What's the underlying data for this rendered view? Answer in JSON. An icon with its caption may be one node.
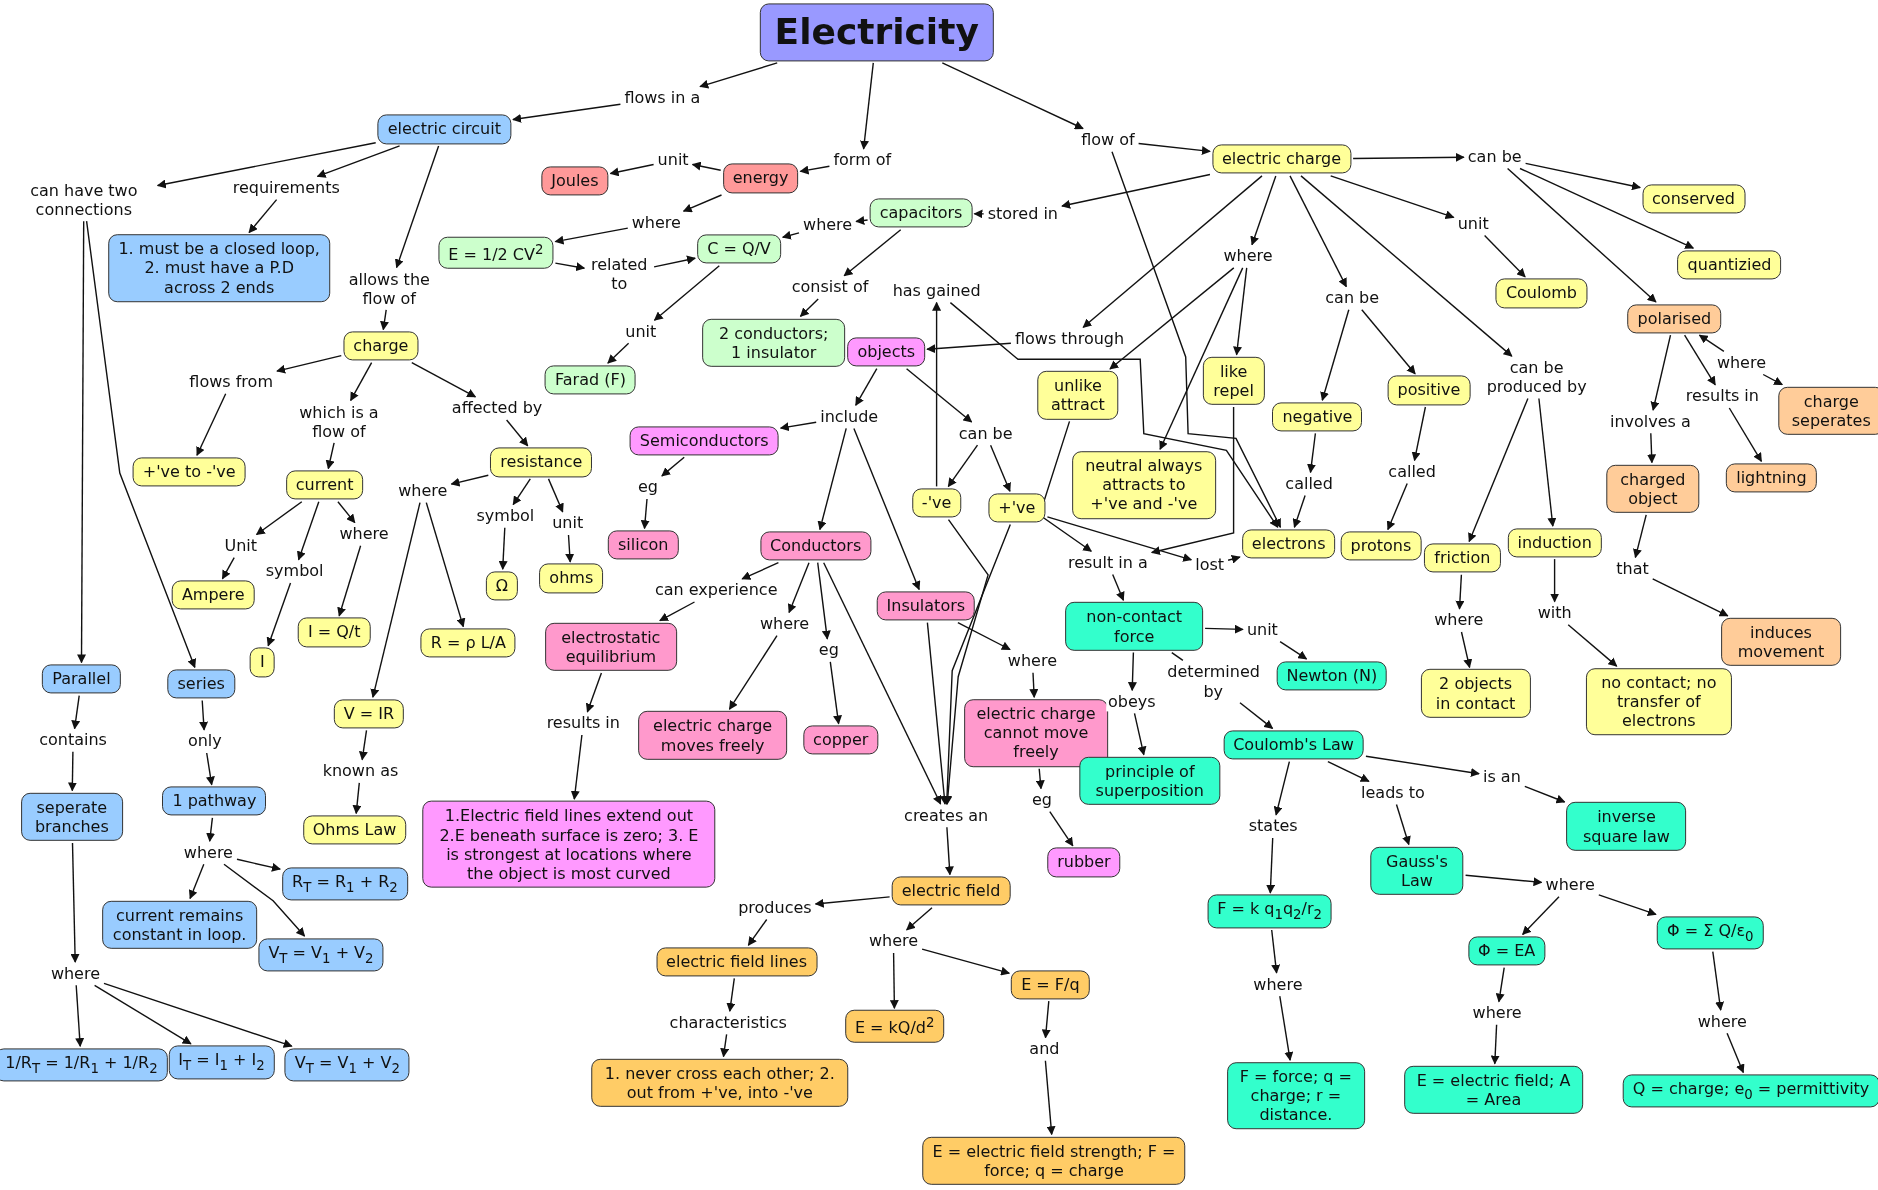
{
  "diagram": {
    "nodes": [
      {
        "text": [
          "Electricity"
        ]
      },
      {
        "text": [
          "flows in a"
        ]
      },
      {
        "text": [
          "form of"
        ]
      },
      {
        "text": [
          "flow of"
        ]
      },
      {
        "text": [
          "electric circuit"
        ]
      },
      {
        "text": [
          "can have two connections"
        ]
      },
      {
        "text": [
          "requirements"
        ]
      },
      {
        "text": [
          "1. must be a closed loop, 2. must have a P.D across 2 ends"
        ]
      },
      {
        "text": [
          "allows the flow of"
        ]
      },
      {
        "text": [
          "energy"
        ]
      },
      {
        "text": [
          "unit"
        ]
      },
      {
        "text": [
          "Joules"
        ]
      },
      {
        "text": [
          "where"
        ]
      },
      {
        "text": [
          "E = 1/2 CV$^{2}$"
        ]
      },
      {
        "text": [
          "related to"
        ]
      },
      {
        "text": [
          "C = Q/V"
        ]
      },
      {
        "text": [
          "where"
        ]
      },
      {
        "text": [
          "capacitors"
        ]
      },
      {
        "text": [
          "stored in"
        ]
      },
      {
        "text": [
          "electric charge"
        ]
      },
      {
        "text": [
          "unit"
        ]
      },
      {
        "text": [
          "Farad (F)"
        ]
      },
      {
        "text": [
          "consist of"
        ]
      },
      {
        "text": [
          "2 conductors; 1 insulator"
        ]
      },
      {
        "text": [
          "charge"
        ]
      },
      {
        "text": [
          "flows from"
        ]
      },
      {
        "text": [
          "+'ve to -'ve"
        ]
      },
      {
        "text": [
          "which is a flow of"
        ]
      },
      {
        "text": [
          "current"
        ]
      },
      {
        "text": [
          "affected by"
        ]
      },
      {
        "text": [
          "resistance"
        ]
      },
      {
        "text": [
          "Unit"
        ]
      },
      {
        "text": [
          "Ampere"
        ]
      },
      {
        "text": [
          "symbol"
        ]
      },
      {
        "text": [
          "I"
        ]
      },
      {
        "text": [
          "where"
        ]
      },
      {
        "text": [
          "I = Q/t"
        ]
      },
      {
        "text": [
          "where"
        ]
      },
      {
        "text": [
          "symbol"
        ]
      },
      {
        "text": [
          "Ω"
        ]
      },
      {
        "text": [
          "unit"
        ]
      },
      {
        "text": [
          "ohms"
        ]
      },
      {
        "text": [
          "R = ρ L/A"
        ]
      },
      {
        "text": [
          "V = IR"
        ]
      },
      {
        "text": [
          "known as"
        ]
      },
      {
        "text": [
          "Ohms Law"
        ]
      },
      {
        "text": [
          "Parallel"
        ]
      },
      {
        "text": [
          "series"
        ]
      },
      {
        "text": [
          "contains"
        ]
      },
      {
        "text": [
          "seperate branches"
        ]
      },
      {
        "text": [
          "only"
        ]
      },
      {
        "text": [
          "1 pathway"
        ]
      },
      {
        "text": [
          "where"
        ]
      },
      {
        "text": [
          "current remains constant in loop."
        ]
      },
      {
        "text": [
          "R$_{T}$ = R$_{1}$ + R$_{2}$"
        ]
      },
      {
        "text": [
          "V$_{T}$ = V$_{1}$ + V$_{2}$"
        ]
      },
      {
        "text": [
          "where"
        ]
      },
      {
        "text": [
          "1/R$_{T}$ = 1/R$_{1}$ + 1/R$_{2}$"
        ]
      },
      {
        "text": [
          "I$_{T}$ = I$_{1}$ + I$_{2}$"
        ]
      },
      {
        "text": [
          "V$_{T}$ = V$_{1}$ + V$_{2}$"
        ]
      },
      {
        "text": [
          "has gained"
        ]
      },
      {
        "text": [
          "objects"
        ]
      },
      {
        "text": [
          "flows through"
        ]
      },
      {
        "text": [
          "include"
        ]
      },
      {
        "text": [
          "can be"
        ]
      },
      {
        "text": [
          "Semiconductors"
        ]
      },
      {
        "text": [
          "eg"
        ]
      },
      {
        "text": [
          "silicon"
        ]
      },
      {
        "text": [
          "-'ve"
        ]
      },
      {
        "text": [
          "+'ve"
        ]
      },
      {
        "text": [
          "Conductors"
        ]
      },
      {
        "text": [
          "Insulators"
        ]
      },
      {
        "text": [
          "can experience"
        ]
      },
      {
        "text": [
          "electrostatic equilibrium"
        ]
      },
      {
        "text": [
          "where"
        ]
      },
      {
        "text": [
          "eg"
        ]
      },
      {
        "text": [
          "electric charge moves freely"
        ]
      },
      {
        "text": [
          "copper"
        ]
      },
      {
        "text": [
          "results in"
        ]
      },
      {
        "text": [
          "1.Electric field lines extend out 2.E beneath surface is zero; 3. E is strongest at locations where the object is most curved"
        ]
      },
      {
        "text": [
          "where"
        ]
      },
      {
        "text": [
          "electric charge cannot move freely"
        ]
      },
      {
        "text": [
          "creates an"
        ]
      },
      {
        "text": [
          "eg"
        ]
      },
      {
        "text": [
          "rubber"
        ]
      },
      {
        "text": [
          "electric field"
        ]
      },
      {
        "text": [
          "produces"
        ]
      },
      {
        "text": [
          "electric field lines"
        ]
      },
      {
        "text": [
          "where"
        ]
      },
      {
        "text": [
          "E = kQ/d$^{2}$"
        ]
      },
      {
        "text": [
          "E = F/q"
        ]
      },
      {
        "text": [
          "characteristics"
        ]
      },
      {
        "text": [
          "1. never cross each other; 2. out from +'ve, into -'ve"
        ]
      },
      {
        "text": [
          "and"
        ]
      },
      {
        "text": [
          "E = electric field strength; F = force; q = charge"
        ]
      },
      {
        "text": [
          "where"
        ]
      },
      {
        "text": [
          "can be"
        ]
      },
      {
        "text": [
          "unit"
        ]
      },
      {
        "text": [
          "can be"
        ]
      },
      {
        "text": [
          "conserved"
        ]
      },
      {
        "text": [
          "quantizied"
        ]
      },
      {
        "text": [
          "Coulomb"
        ]
      },
      {
        "text": [
          "polarised"
        ]
      },
      {
        "text": [
          "can be produced by"
        ]
      },
      {
        "text": [
          "unlike attract"
        ]
      },
      {
        "text": [
          "like repel"
        ]
      },
      {
        "text": [
          "negative"
        ]
      },
      {
        "text": [
          "positive"
        ]
      },
      {
        "text": [
          "neutral always attracts to +'ve and -'ve"
        ]
      },
      {
        "text": [
          "called"
        ]
      },
      {
        "text": [
          "called"
        ]
      },
      {
        "text": [
          "electrons"
        ]
      },
      {
        "text": [
          "protons"
        ]
      },
      {
        "text": [
          "friction"
        ]
      },
      {
        "text": [
          "induction"
        ]
      },
      {
        "text": [
          "involves a"
        ]
      },
      {
        "text": [
          "results in"
        ]
      },
      {
        "text": [
          "where"
        ]
      },
      {
        "text": [
          "charge seperates"
        ]
      },
      {
        "text": [
          "charged object"
        ]
      },
      {
        "text": [
          "lightning"
        ]
      },
      {
        "text": [
          "that"
        ]
      },
      {
        "text": [
          "induces movement"
        ]
      },
      {
        "text": [
          "result in a"
        ]
      },
      {
        "text": [
          "lost"
        ]
      },
      {
        "text": [
          "non-contact force"
        ]
      },
      {
        "text": [
          "unit"
        ]
      },
      {
        "text": [
          "Newton (N)"
        ]
      },
      {
        "text": [
          "where"
        ]
      },
      {
        "text": [
          "with"
        ]
      },
      {
        "text": [
          "2 objects in contact"
        ]
      },
      {
        "text": [
          "no contact; no transfer of electrons"
        ]
      },
      {
        "text": [
          "obeys"
        ]
      },
      {
        "text": [
          "determined by"
        ]
      },
      {
        "text": [
          "principle of superposition"
        ]
      },
      {
        "text": [
          "Coulomb's Law"
        ]
      },
      {
        "text": [
          "states"
        ]
      },
      {
        "text": [
          "leads to"
        ]
      },
      {
        "text": [
          "is an"
        ]
      },
      {
        "text": [
          "inverse square law"
        ]
      },
      {
        "text": [
          "F = k q$_{1}$q$_{2}$/r$_{2}$"
        ]
      },
      {
        "text": [
          "Gauss's Law"
        ]
      },
      {
        "text": [
          "where"
        ]
      },
      {
        "text": [
          "where"
        ]
      },
      {
        "text": [
          "Φ = EA"
        ]
      },
      {
        "text": [
          "Φ = Σ Q/ε$_{0}$"
        ]
      },
      {
        "text": [
          "F = force; q = charge; r = distance."
        ]
      },
      {
        "text": [
          "where"
        ]
      },
      {
        "text": [
          "where"
        ]
      },
      {
        "text": [
          "E = electric field; A = Area"
        ]
      },
      {
        "text": [
          "Q = charge; e$_{0}$ = permittivity"
        ]
      }
    ],
    "edges": [
      {
        "from": 0,
        "to": 1,
        "arrow": "to"
      },
      {
        "from": 1,
        "to": 4,
        "arrow": "to"
      },
      {
        "from": 0,
        "to": 2,
        "arrow": "to"
      },
      {
        "from": 2,
        "to": 9,
        "arrow": "to"
      },
      {
        "from": 0,
        "to": 3,
        "arrow": "to"
      },
      {
        "from": 3,
        "to": 19,
        "arrow": "to"
      },
      {
        "from": 3,
        "to": 111,
        "arrow": "to"
      },
      {
        "from": 4,
        "to": 5,
        "arrow": "to"
      },
      {
        "from": 4,
        "to": 6,
        "arrow": "to"
      },
      {
        "from": 6,
        "to": 7,
        "arrow": "to"
      },
      {
        "from": 4,
        "to": 8,
        "arrow": "to"
      },
      {
        "from": 8,
        "to": 24,
        "arrow": "to"
      },
      {
        "from": 5,
        "to": 46,
        "arrow": "to"
      },
      {
        "from": 5,
        "to": 47,
        "arrow": "to"
      },
      {
        "from": 9,
        "to": 10,
        "arrow": "to"
      },
      {
        "from": 10,
        "to": 11,
        "arrow": "to"
      },
      {
        "from": 9,
        "to": 12,
        "arrow": "to"
      },
      {
        "from": 12,
        "to": 13,
        "arrow": "to"
      },
      {
        "from": 13,
        "to": 14,
        "arrow": "to"
      },
      {
        "from": 14,
        "to": 15,
        "arrow": "to"
      },
      {
        "from": 17,
        "to": 16,
        "arrow": "to"
      },
      {
        "from": 16,
        "to": 15,
        "arrow": "to"
      },
      {
        "from": 15,
        "to": 20,
        "arrow": "to"
      },
      {
        "from": 20,
        "to": 21,
        "arrow": "to"
      },
      {
        "from": 17,
        "to": 22,
        "arrow": "to"
      },
      {
        "from": 22,
        "to": 23,
        "arrow": "to"
      },
      {
        "from": 19,
        "to": 18,
        "arrow": "to"
      },
      {
        "from": 18,
        "to": 17,
        "arrow": "to"
      },
      {
        "from": 24,
        "to": 25,
        "arrow": "to"
      },
      {
        "from": 25,
        "to": 26,
        "arrow": "to"
      },
      {
        "from": 24,
        "to": 27,
        "arrow": "to"
      },
      {
        "from": 27,
        "to": 28,
        "arrow": "to"
      },
      {
        "from": 24,
        "to": 29,
        "arrow": "to"
      },
      {
        "from": 29,
        "to": 30,
        "arrow": "to"
      },
      {
        "from": 28,
        "to": 31,
        "arrow": "to"
      },
      {
        "from": 31,
        "to": 32,
        "arrow": "to"
      },
      {
        "from": 28,
        "to": 33,
        "arrow": "to"
      },
      {
        "from": 33,
        "to": 34,
        "arrow": "to"
      },
      {
        "from": 28,
        "to": 35,
        "arrow": "to"
      },
      {
        "from": 35,
        "to": 36,
        "arrow": "to"
      },
      {
        "from": 30,
        "to": 37,
        "arrow": "to"
      },
      {
        "from": 37,
        "to": 43,
        "arrow": "to"
      },
      {
        "from": 37,
        "to": 42,
        "arrow": "to"
      },
      {
        "from": 30,
        "to": 38,
        "arrow": "to"
      },
      {
        "from": 38,
        "to": 39,
        "arrow": "to"
      },
      {
        "from": 30,
        "to": 40,
        "arrow": "to"
      },
      {
        "from": 40,
        "to": 41,
        "arrow": "to"
      },
      {
        "from": 43,
        "to": 44,
        "arrow": "to"
      },
      {
        "from": 44,
        "to": 45,
        "arrow": "to"
      },
      {
        "from": 46,
        "to": 48,
        "arrow": "to"
      },
      {
        "from": 48,
        "to": 49,
        "arrow": "to"
      },
      {
        "from": 47,
        "to": 50,
        "arrow": "to"
      },
      {
        "from": 50,
        "to": 51,
        "arrow": "to"
      },
      {
        "from": 51,
        "to": 52,
        "arrow": "to"
      },
      {
        "from": 52,
        "to": 53,
        "arrow": "to"
      },
      {
        "from": 52,
        "to": 54,
        "arrow": "to"
      },
      {
        "from": 52,
        "to": 55,
        "arrow": "to"
      },
      {
        "from": 49,
        "to": 56,
        "arrow": "to"
      },
      {
        "from": 56,
        "to": 57,
        "arrow": "to"
      },
      {
        "from": 56,
        "to": 58,
        "arrow": "to"
      },
      {
        "from": 56,
        "to": 59,
        "arrow": "to"
      },
      {
        "from": 19,
        "to": 62,
        "arrow": "to"
      },
      {
        "from": 62,
        "to": 61,
        "arrow": "to"
      },
      {
        "from": 68,
        "to": 60,
        "arrow": "to"
      },
      {
        "from": 60,
        "to": 111,
        "arrow": "to"
      },
      {
        "from": 61,
        "to": 63,
        "arrow": "to"
      },
      {
        "from": 63,
        "to": 65,
        "arrow": "to"
      },
      {
        "from": 63,
        "to": 70,
        "arrow": "to"
      },
      {
        "from": 63,
        "to": 71,
        "arrow": "to"
      },
      {
        "from": 65,
        "to": 66,
        "arrow": "to"
      },
      {
        "from": 66,
        "to": 67,
        "arrow": "to"
      },
      {
        "from": 61,
        "to": 64,
        "arrow": "to"
      },
      {
        "from": 64,
        "to": 68,
        "arrow": "to"
      },
      {
        "from": 64,
        "to": 69,
        "arrow": "to"
      },
      {
        "from": 70,
        "to": 72,
        "arrow": "to"
      },
      {
        "from": 72,
        "to": 73,
        "arrow": "to"
      },
      {
        "from": 70,
        "to": 74,
        "arrow": "to"
      },
      {
        "from": 74,
        "to": 76,
        "arrow": "to"
      },
      {
        "from": 70,
        "to": 75,
        "arrow": "to"
      },
      {
        "from": 75,
        "to": 77,
        "arrow": "to"
      },
      {
        "from": 73,
        "to": 78,
        "arrow": "to"
      },
      {
        "from": 78,
        "to": 79,
        "arrow": "to"
      },
      {
        "from": 71,
        "to": 80,
        "arrow": "to"
      },
      {
        "from": 80,
        "to": 81,
        "arrow": "to"
      },
      {
        "from": 81,
        "to": 83,
        "arrow": "to"
      },
      {
        "from": 83,
        "to": 84,
        "arrow": "to"
      },
      {
        "from": 70,
        "to": 82,
        "arrow": "to"
      },
      {
        "from": 71,
        "to": 82,
        "arrow": "to"
      },
      {
        "from": 68,
        "to": 82,
        "arrow": "to"
      },
      {
        "from": 69,
        "to": 82,
        "arrow": "to"
      },
      {
        "from": 82,
        "to": 85,
        "arrow": "to"
      },
      {
        "from": 85,
        "to": 86,
        "arrow": "to"
      },
      {
        "from": 86,
        "to": 87,
        "arrow": "to"
      },
      {
        "from": 87,
        "to": 91,
        "arrow": "to"
      },
      {
        "from": 91,
        "to": 92,
        "arrow": "to"
      },
      {
        "from": 85,
        "to": 88,
        "arrow": "to"
      },
      {
        "from": 88,
        "to": 89,
        "arrow": "to"
      },
      {
        "from": 88,
        "to": 90,
        "arrow": "to"
      },
      {
        "from": 90,
        "to": 93,
        "arrow": "to"
      },
      {
        "from": 93,
        "to": 94,
        "arrow": "to"
      },
      {
        "from": 19,
        "to": 95,
        "arrow": "to"
      },
      {
        "from": 95,
        "to": 104,
        "arrow": "to"
      },
      {
        "from": 95,
        "to": 105,
        "arrow": "to"
      },
      {
        "from": 95,
        "to": 108,
        "arrow": "to"
      },
      {
        "from": 19,
        "to": 96,
        "arrow": "to"
      },
      {
        "from": 96,
        "to": 106,
        "arrow": "to"
      },
      {
        "from": 96,
        "to": 107,
        "arrow": "to"
      },
      {
        "from": 106,
        "to": 109,
        "arrow": "to"
      },
      {
        "from": 109,
        "to": 111,
        "arrow": "to"
      },
      {
        "from": 107,
        "to": 110,
        "arrow": "to"
      },
      {
        "from": 110,
        "to": 112,
        "arrow": "to"
      },
      {
        "from": 19,
        "to": 97,
        "arrow": "to"
      },
      {
        "from": 97,
        "to": 101,
        "arrow": "to"
      },
      {
        "from": 19,
        "to": 98,
        "arrow": "to"
      },
      {
        "from": 98,
        "to": 99,
        "arrow": "to"
      },
      {
        "from": 98,
        "to": 100,
        "arrow": "to"
      },
      {
        "from": 98,
        "to": 102,
        "arrow": "to"
      },
      {
        "from": 19,
        "to": 103,
        "arrow": "to"
      },
      {
        "from": 103,
        "to": 113,
        "arrow": "to"
      },
      {
        "from": 103,
        "to": 114,
        "arrow": "to"
      },
      {
        "from": 113,
        "to": 128,
        "arrow": "to"
      },
      {
        "from": 128,
        "to": 130,
        "arrow": "to"
      },
      {
        "from": 114,
        "to": 129,
        "arrow": "to"
      },
      {
        "from": 129,
        "to": 131,
        "arrow": "to"
      },
      {
        "from": 102,
        "to": 115,
        "arrow": "to"
      },
      {
        "from": 115,
        "to": 119,
        "arrow": "to"
      },
      {
        "from": 119,
        "to": 121,
        "arrow": "to"
      },
      {
        "from": 121,
        "to": 122,
        "arrow": "to"
      },
      {
        "from": 102,
        "to": 116,
        "arrow": "to"
      },
      {
        "from": 116,
        "to": 120,
        "arrow": "to"
      },
      {
        "from": 117,
        "to": 102,
        "arrow": "to"
      },
      {
        "from": 117,
        "to": 118,
        "arrow": "to"
      },
      {
        "from": 104,
        "to": 123,
        "arrow": "to"
      },
      {
        "from": 105,
        "to": 123,
        "arrow": "to"
      },
      {
        "from": 123,
        "to": 125,
        "arrow": "to"
      },
      {
        "from": 69,
        "to": 124,
        "arrow": "to"
      },
      {
        "from": 124,
        "to": 111,
        "arrow": "to"
      },
      {
        "from": 125,
        "to": 126,
        "arrow": "to"
      },
      {
        "from": 126,
        "to": 127,
        "arrow": "to"
      },
      {
        "from": 125,
        "to": 132,
        "arrow": "to"
      },
      {
        "from": 132,
        "to": 134,
        "arrow": "to"
      },
      {
        "from": 125,
        "to": 133,
        "arrow": "none"
      },
      {
        "from": 133,
        "to": 135,
        "arrow": "to"
      },
      {
        "from": 135,
        "to": 136,
        "arrow": "to"
      },
      {
        "from": 136,
        "to": 140,
        "arrow": "to"
      },
      {
        "from": 140,
        "to": 143,
        "arrow": "to"
      },
      {
        "from": 143,
        "to": 146,
        "arrow": "to"
      },
      {
        "from": 135,
        "to": 137,
        "arrow": "to"
      },
      {
        "from": 137,
        "to": 141,
        "arrow": "to"
      },
      {
        "from": 141,
        "to": 142,
        "arrow": "to"
      },
      {
        "from": 142,
        "to": 144,
        "arrow": "to"
      },
      {
        "from": 142,
        "to": 145,
        "arrow": "to"
      },
      {
        "from": 144,
        "to": 147,
        "arrow": "to"
      },
      {
        "from": 147,
        "to": 149,
        "arrow": "to"
      },
      {
        "from": 145,
        "to": 148,
        "arrow": "to"
      },
      {
        "from": 148,
        "to": 150,
        "arrow": "to"
      },
      {
        "from": 135,
        "to": 138,
        "arrow": "to"
      },
      {
        "from": 138,
        "to": 139,
        "arrow": "to"
      }
    ]
  }
}
